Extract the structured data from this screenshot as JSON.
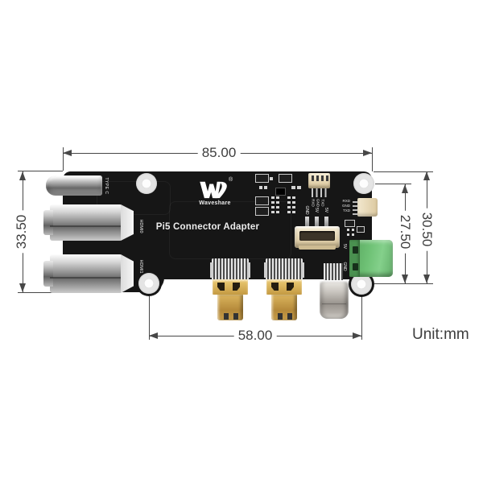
{
  "diagram": {
    "unit_label": "Unit:mm",
    "dimensions": {
      "top_width": "85.00",
      "left_height": "33.50",
      "right_inner_height": "27.50",
      "right_outer_height": "30.50",
      "bottom_width": "58.00"
    }
  },
  "board": {
    "title": "Pi5 Connector Adapter",
    "brand": "Waveshare",
    "registered_mark": "®",
    "labels": {
      "type_c": "TYPE C",
      "hdmi0": "HDMI0",
      "hdmi1": "HDMI1",
      "uart_pins": [
        "RXD",
        "GND",
        "TXD"
      ],
      "power_pins": [
        "GND",
        "5V",
        "5V"
      ],
      "side_uart_pins": [
        "RXD",
        "GND",
        "TXD"
      ],
      "terminal_pins": [
        "5V",
        "GND"
      ]
    }
  },
  "colors": {
    "pcb": "#161616",
    "dimension_ink": "#3d3d3d",
    "terminal_green": "#6fc276",
    "connector_gold": "#c9a24e",
    "connector_silver": "#b5b5b5",
    "connector_beige": "#e9dcbd"
  }
}
